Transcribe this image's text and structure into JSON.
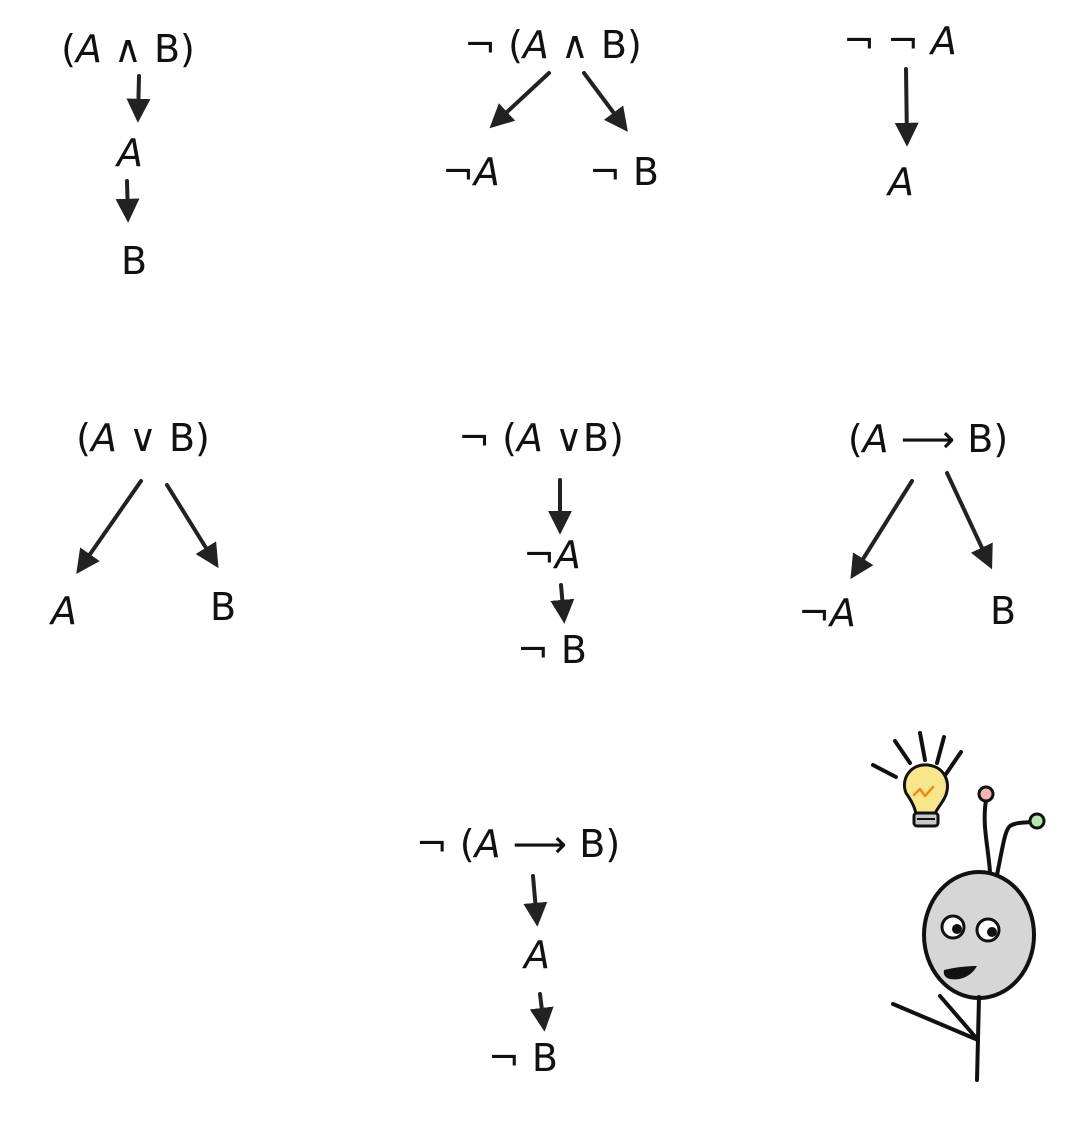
{
  "rules": [
    {
      "id": "and",
      "nodes": [
        {
          "id": "root",
          "parts": [
            [
              "p",
              "("
            ],
            [
              "v",
              "A"
            ],
            [
              "o",
              " ∧ "
            ],
            [
              "p",
              "B"
            ],
            [
              "p",
              ")"
            ]
          ]
        },
        {
          "id": "a",
          "parts": [
            [
              "v",
              "A"
            ]
          ]
        },
        {
          "id": "b",
          "parts": [
            [
              "p",
              "B"
            ]
          ]
        }
      ]
    },
    {
      "id": "not-and",
      "nodes": [
        {
          "id": "root",
          "parts": [
            [
              "p",
              "¬ ("
            ],
            [
              "v",
              "A"
            ],
            [
              "o",
              " ∧ "
            ],
            [
              "p",
              "B"
            ],
            [
              "p",
              ")"
            ]
          ]
        },
        {
          "id": "l",
          "parts": [
            [
              "p",
              "¬"
            ],
            [
              "v",
              "A"
            ]
          ]
        },
        {
          "id": "r",
          "parts": [
            [
              "p",
              "¬ B"
            ]
          ]
        }
      ]
    },
    {
      "id": "double-not",
      "nodes": [
        {
          "id": "root",
          "parts": [
            [
              "p",
              "¬ ¬ "
            ],
            [
              "v",
              "A"
            ]
          ]
        },
        {
          "id": "a",
          "parts": [
            [
              "v",
              "A"
            ]
          ]
        }
      ]
    },
    {
      "id": "or",
      "nodes": [
        {
          "id": "root",
          "parts": [
            [
              "p",
              "("
            ],
            [
              "v",
              "A"
            ],
            [
              "o",
              " ∨ "
            ],
            [
              "p",
              "B"
            ],
            [
              "p",
              ")"
            ]
          ]
        },
        {
          "id": "l",
          "parts": [
            [
              "v",
              "A"
            ]
          ]
        },
        {
          "id": "r",
          "parts": [
            [
              "p",
              "B"
            ]
          ]
        }
      ]
    },
    {
      "id": "not-or",
      "nodes": [
        {
          "id": "root",
          "parts": [
            [
              "p",
              "¬  ("
            ],
            [
              "v",
              "A"
            ],
            [
              "o",
              " ∨"
            ],
            [
              "p",
              "B"
            ],
            [
              "p",
              ")"
            ]
          ]
        },
        {
          "id": "a",
          "parts": [
            [
              "p",
              "¬"
            ],
            [
              "v",
              "A"
            ]
          ]
        },
        {
          "id": "b",
          "parts": [
            [
              "p",
              "¬ B"
            ]
          ]
        }
      ]
    },
    {
      "id": "implies",
      "nodes": [
        {
          "id": "root",
          "parts": [
            [
              "p",
              "("
            ],
            [
              "v",
              "A"
            ],
            [
              "o",
              " ⟶ "
            ],
            [
              "p",
              "B"
            ],
            [
              "p",
              ")"
            ]
          ]
        },
        {
          "id": "l",
          "parts": [
            [
              "p",
              "¬"
            ],
            [
              "v",
              "A"
            ]
          ]
        },
        {
          "id": "r",
          "parts": [
            [
              "p",
              "B"
            ]
          ]
        }
      ]
    },
    {
      "id": "not-implies",
      "nodes": [
        {
          "id": "root",
          "parts": [
            [
              "p",
              "¬ ("
            ],
            [
              "v",
              "A"
            ],
            [
              "o",
              " ⟶ "
            ],
            [
              "p",
              "B"
            ],
            [
              "p",
              ")"
            ]
          ]
        },
        {
          "id": "a",
          "parts": [
            [
              "v",
              "A"
            ]
          ]
        },
        {
          "id": "b",
          "parts": [
            [
              "p",
              "¬ B"
            ]
          ]
        }
      ]
    }
  ],
  "mascot": {
    "icon": "alien-with-lightbulb-icon",
    "head_color": "#d6d6d6",
    "bulb_color": "#f7e78a",
    "antenna_left_color": "#f3b6b6",
    "antenna_right_color": "#b9e6b0"
  }
}
